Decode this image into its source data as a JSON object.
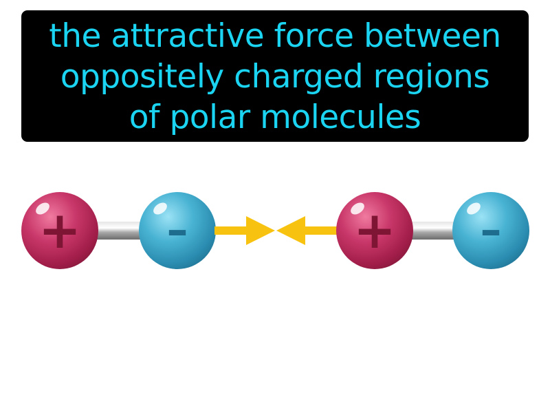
{
  "definition": {
    "lines": [
      "the attractive force between",
      "oppositely charged regions",
      "of polar molecules"
    ]
  },
  "diagram": {
    "molecules": [
      {
        "positive_sign": "+",
        "negative_sign": "–"
      },
      {
        "positive_sign": "+",
        "negative_sign": "–"
      }
    ],
    "arrows": [
      "arrow-right-icon",
      "arrow-left-icon"
    ]
  },
  "colors": {
    "text": "#1ad4f2",
    "box": "#000000",
    "positive_atom": "#c1345e",
    "negative_atom": "#3aa0c2",
    "arrow": "#f8c310",
    "bond": "#9a9a9a"
  }
}
